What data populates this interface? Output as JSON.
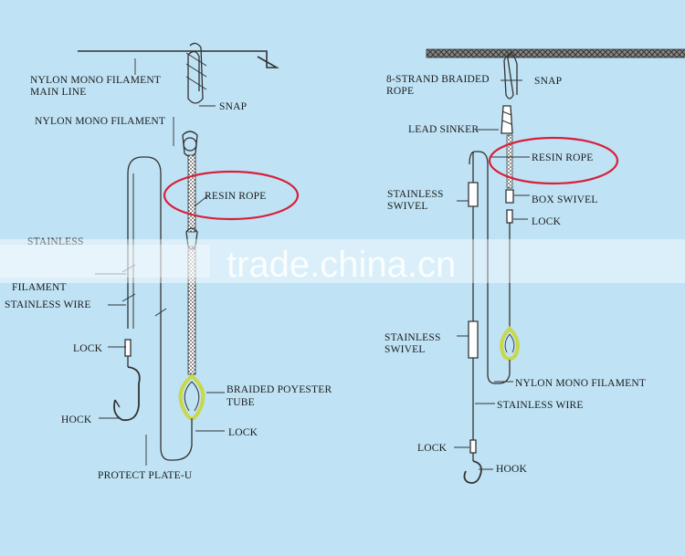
{
  "watermark": "trade.china.cn",
  "colors": {
    "background": "#bfe3f5",
    "line": "#333333",
    "highlight_circle": "#d8203a",
    "tube": "#c7d84a"
  },
  "left": {
    "labels": {
      "main_line_1": "NYLON MONO FILAMENT",
      "main_line_2": "MAIN LINE",
      "filament_top": "NYLON MONO FILAMENT",
      "snap": "SNAP",
      "resin_rope": "RESIN ROPE",
      "stainless_partial": "STAINLESS",
      "filament_mid": "FILAMENT",
      "stainless_wire": "STAINLESS WIRE",
      "lock_left": "LOCK",
      "hock": "HOCK",
      "protect_plate": "PROTECT PLATE-U",
      "braided_tube_1": "BRAIDED POYESTER",
      "braided_tube_2": "TUBE",
      "lock_right": "LOCK"
    }
  },
  "right": {
    "labels": {
      "rope_1": "8-STRAND BRAIDED",
      "rope_2": "ROPE",
      "snap": "SNAP",
      "lead_sinker": "LEAD SINKER",
      "resin_rope": "RESIN ROPE",
      "stainless_swivel_1": "STAINLESS",
      "stainless_swivel_2": "SWIVEL",
      "box_swivel": "BOX SWIVEL",
      "lock_top": "LOCK",
      "stainless_swivel_low_1": "STAINLESS",
      "stainless_swivel_low_2": "SWIVEL",
      "nylon_filament": "NYLON MONO FILAMENT",
      "stainless_wire": "STAINLESS WIRE",
      "lock_bottom": "LOCK",
      "hook": "HOOK"
    }
  }
}
